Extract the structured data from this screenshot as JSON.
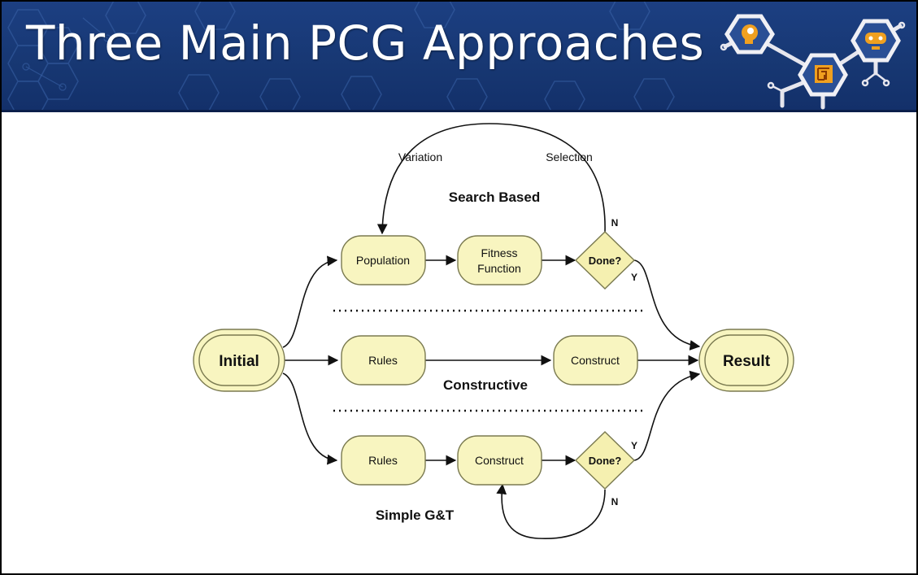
{
  "slide": {
    "title": "Three Main PCG Approaches"
  },
  "diagram": {
    "sections": {
      "search_based": "Search Based",
      "constructive": "Constructive",
      "simple_gt": "Simple G&T"
    },
    "nodes": {
      "initial": "Initial",
      "result": "Result",
      "population": "Population",
      "fitness_line1": "Fitness",
      "fitness_line2": "Function",
      "done_top": "Done?",
      "rules_mid": "Rules",
      "construct_mid": "Construct",
      "rules_bottom": "Rules",
      "construct_bottom": "Construct",
      "done_bottom": "Done?"
    },
    "edge_labels": {
      "variation": "Variation",
      "selection": "Selection",
      "n_top": "N",
      "y_top": "Y",
      "y_bottom": "Y",
      "n_bottom": "N"
    }
  },
  "colors": {
    "banner": "#1c3f82",
    "node_fill": "#f8f5c0",
    "diamond_fill": "#f5f0b0",
    "node_stroke": "#7a7a50"
  },
  "icons": [
    "head-icon",
    "maze-icon",
    "gamepad-icon"
  ]
}
